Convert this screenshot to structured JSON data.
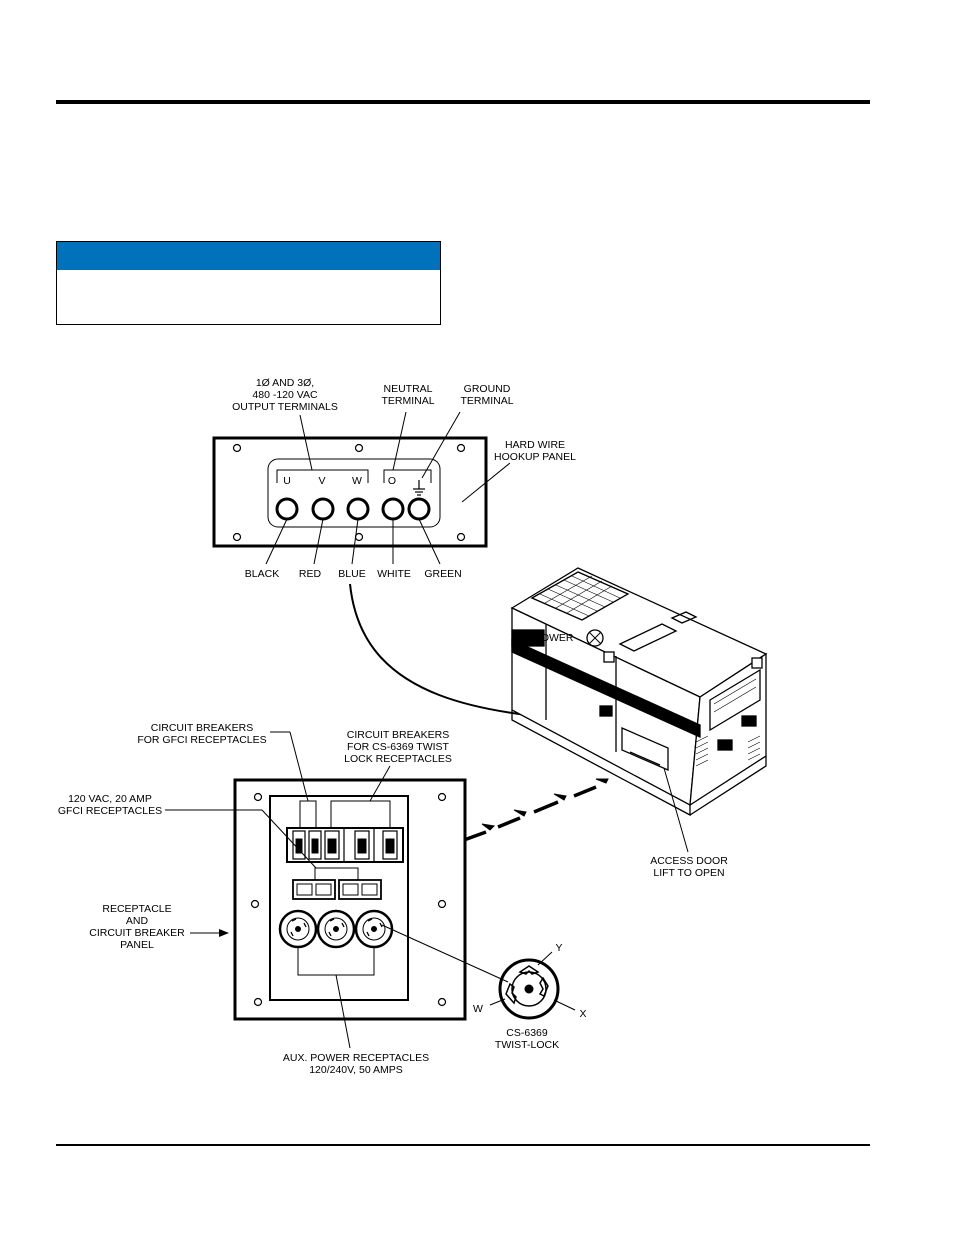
{
  "figure": {
    "output_terminals": [
      "1Ø AND 3Ø,",
      "480 -120 VAC",
      "OUTPUT TERMINALS"
    ],
    "neutral_terminal": [
      "NEUTRAL",
      "TERMINAL"
    ],
    "ground_terminal": [
      "GROUND",
      "TERMINAL"
    ],
    "hookup_panel": [
      "HARD WIRE",
      "HOOKUP PANEL"
    ],
    "terminal_letters": [
      "U",
      "V",
      "W",
      "O"
    ],
    "wire_colors": [
      "BLACK",
      "RED",
      "BLUE",
      "WHITE",
      "GREEN"
    ],
    "cb_gfci": [
      "CIRCUIT BREAKERS",
      "FOR GFCI RECEPTACLES"
    ],
    "cb_twist": [
      "CIRCUIT BREAKERS",
      "FOR CS-6369 TWIST",
      "LOCK RECEPTACLES"
    ],
    "gfci_receptacles": [
      "120 VAC, 20 AMP",
      "GFCI RECEPTACLES"
    ],
    "receptacle_panel": [
      "RECEPTACLE",
      "AND",
      "CIRCUIT BREAKER",
      "PANEL"
    ],
    "aux_receptacles": [
      "AUX. POWER RECEPTACLES",
      "120/240V, 50 AMPS"
    ],
    "access_door": [
      "ACCESS DOOR",
      "LIFT TO OPEN"
    ],
    "twist_lock": [
      "CS-6369",
      "TWIST-LOCK"
    ],
    "twist_pins": [
      "Y",
      "W",
      "X"
    ],
    "brand": "MQ POWER"
  },
  "colors": {
    "notice_bar": "#0072bc"
  }
}
